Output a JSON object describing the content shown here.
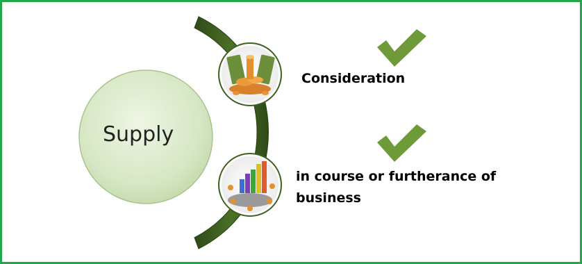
{
  "diagram": {
    "center_label": "Supply",
    "items": [
      {
        "label": "Consideration",
        "image": "money-pile-icon",
        "checked": true
      },
      {
        "label_line1": "in course or furtherance of",
        "label_line2": "business",
        "image": "business-meeting-icon",
        "checked": true
      }
    ],
    "colors": {
      "border": "#22a84a",
      "arc": "#3a5a1f",
      "check": "#6e9a3a",
      "circle_fill": "#d9e8c9"
    }
  }
}
